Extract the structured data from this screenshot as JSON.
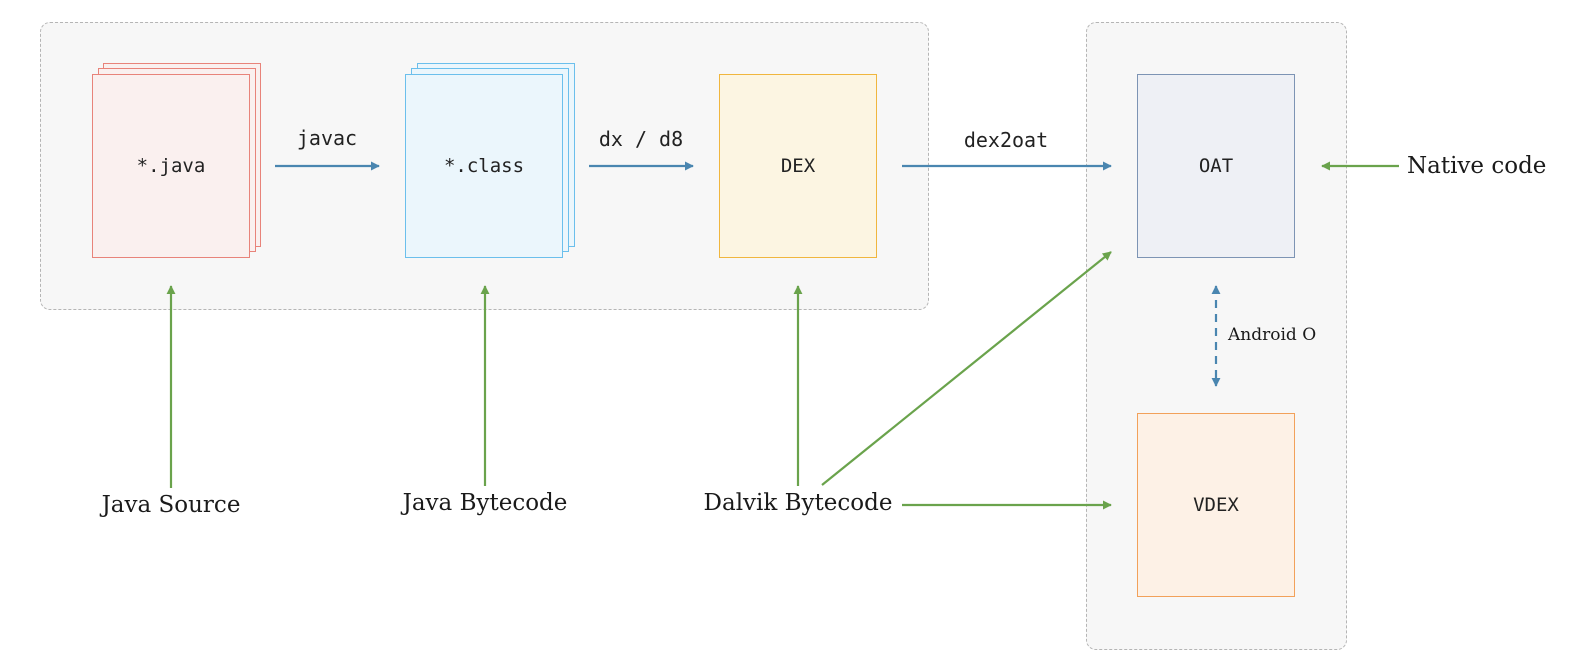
{
  "boxes": {
    "java": "*.java",
    "class": "*.class",
    "dex": "DEX",
    "oat": "OAT",
    "vdex": "VDEX"
  },
  "edges": {
    "javac": "javac",
    "dx": "dx / d8",
    "dex2oat": "dex2oat",
    "android_o": "Android O"
  },
  "captions": {
    "java_source": "Java Source",
    "java_bytecode": "Java Bytecode",
    "dalvik_bytecode": "Dalvik Bytecode",
    "native_code": "Native code"
  },
  "colors": {
    "blue_arrow": "#4a86b0",
    "green_arrow": "#6aa34c",
    "java_border": "#e8837a",
    "java_fill": "#faf0ef",
    "class_border": "#6bbfec",
    "class_fill": "#ebf6fc",
    "dex_border": "#f0b63e",
    "dex_fill": "#fcf5e2",
    "oat_border": "#7d94b4",
    "oat_fill": "#eef0f5",
    "vdex_border": "#f2a15a",
    "vdex_fill": "#fdf1e6"
  }
}
